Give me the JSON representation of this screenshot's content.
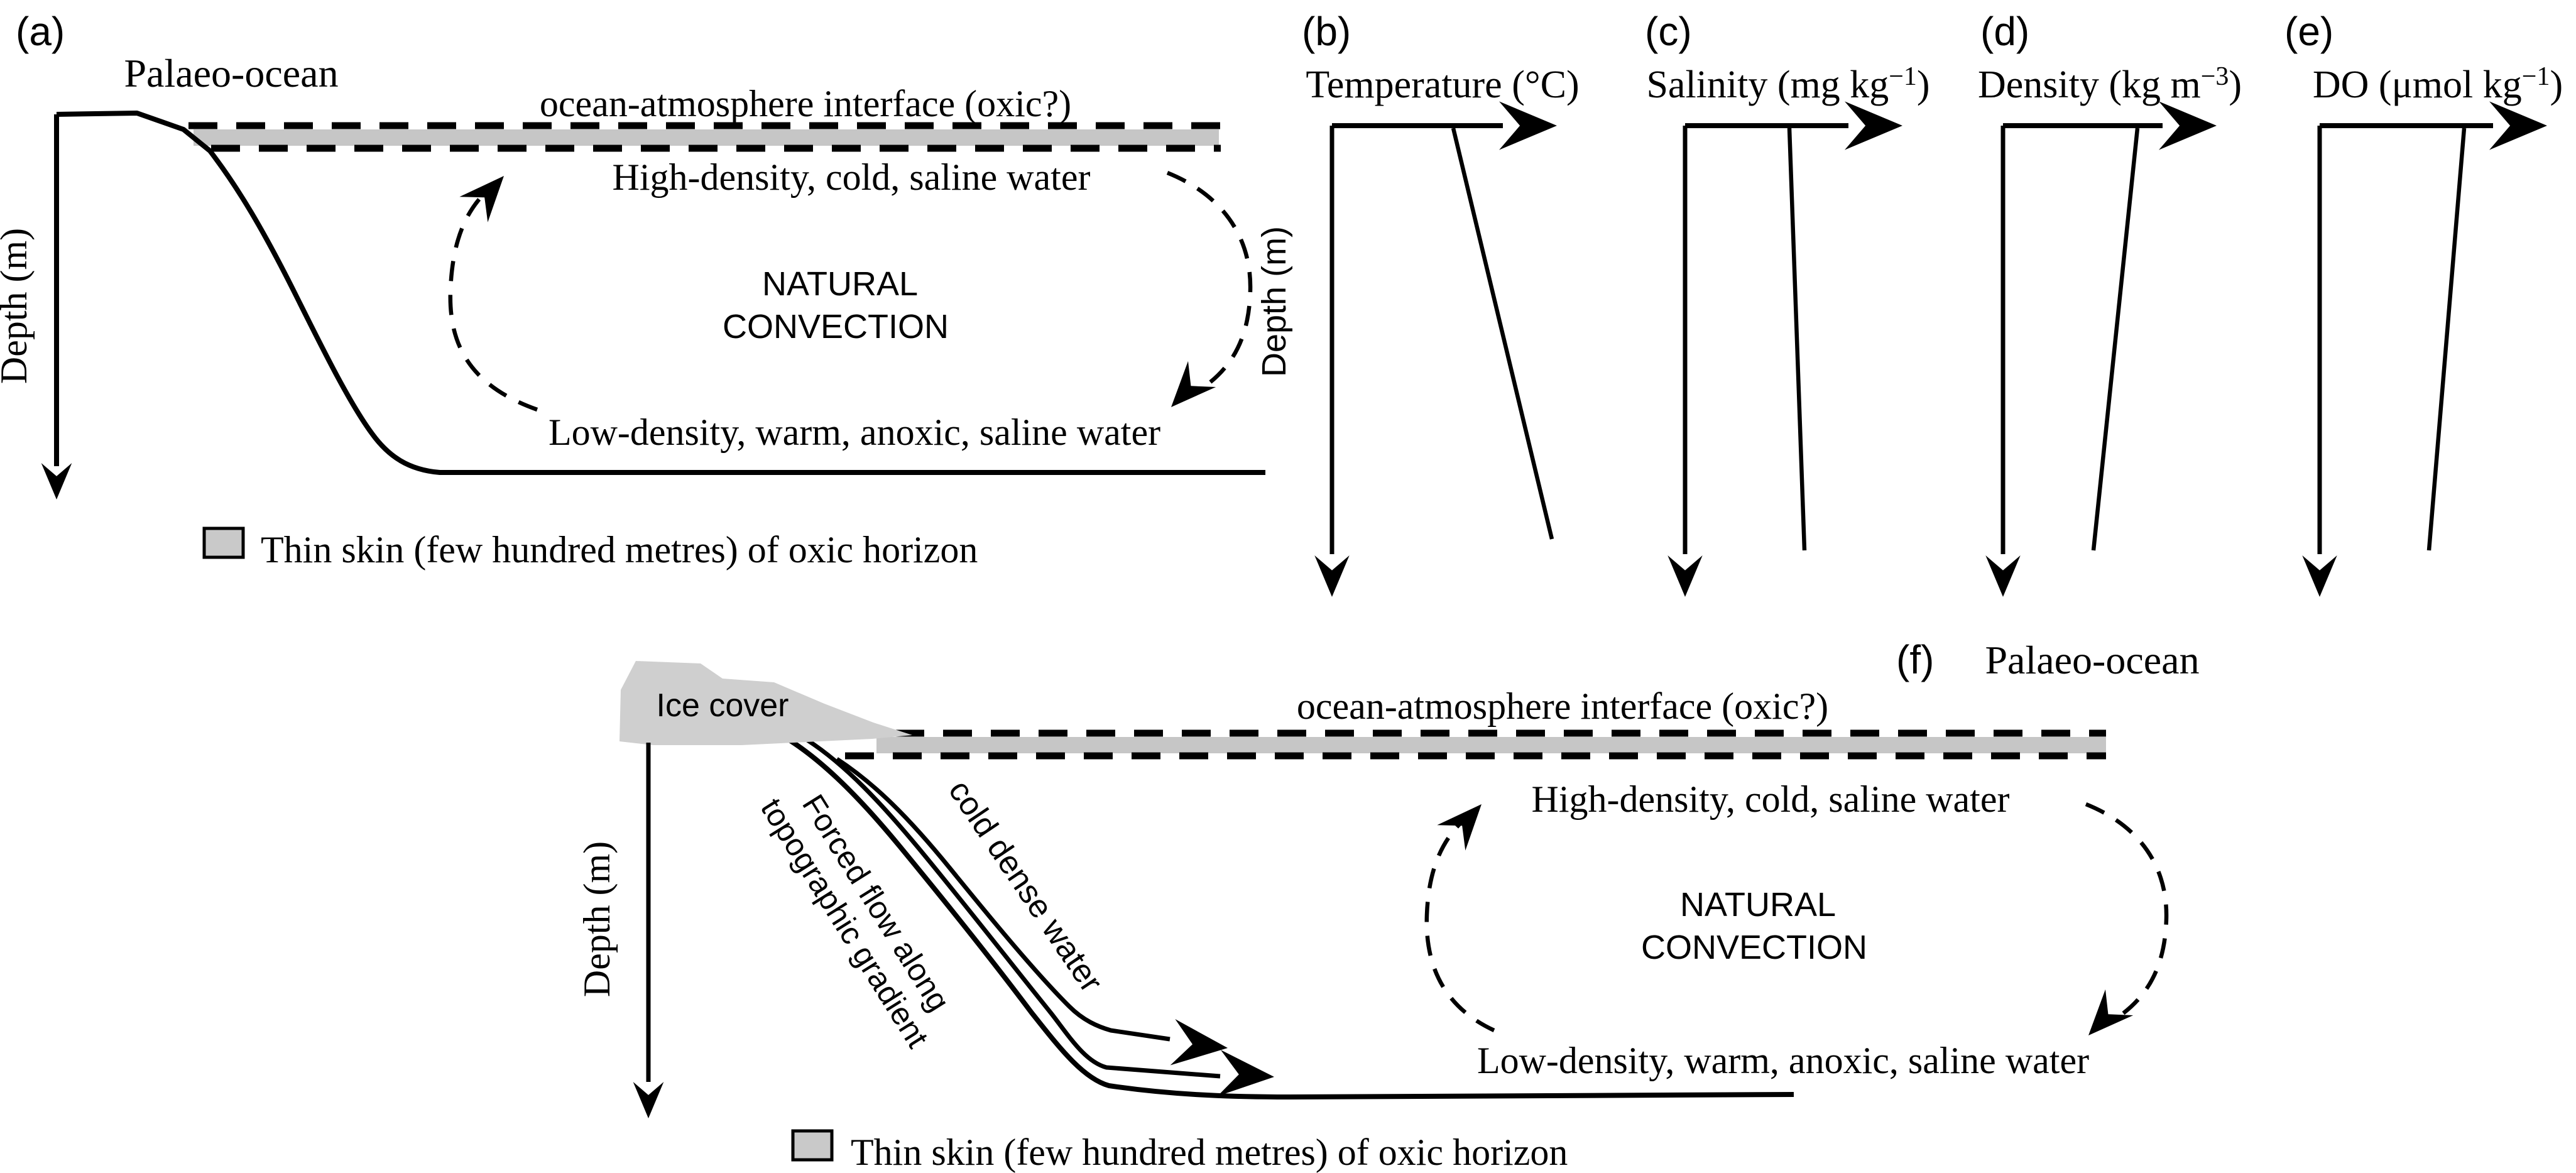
{
  "colors": {
    "ink": "#000000",
    "band": "#c6c6c6",
    "ice": "#cfcfcf",
    "swatch": "#c9c9c9",
    "background": "#ffffff"
  },
  "panel_a": {
    "label": "(a)",
    "title": "Palaeo-ocean",
    "interface_label": "ocean-atmosphere interface (oxic?)",
    "upper_water": "High-density, cold, saline water",
    "convection_line1": "NATURAL",
    "convection_line2": "CONVECTION",
    "lower_water": "Low-density, warm, anoxic, saline water",
    "depth_axis_label": "Depth (m)",
    "legend_text": "Thin skin (few hundred metres) of oxic horizon"
  },
  "profiles": {
    "depth_axis_label": "Depth (m)",
    "panels": [
      {
        "label": "(b)",
        "title_main": "Temperature (°C)",
        "title_sup": "",
        "title_close": ""
      },
      {
        "label": "(c)",
        "title_main": "Salinity (mg kg",
        "title_sup": "−1",
        "title_close": ")"
      },
      {
        "label": "(d)",
        "title_main": "Density (kg m",
        "title_sup": "−3",
        "title_close": ")"
      },
      {
        "label": "(e)",
        "title_main": "DO (μmol kg",
        "title_sup": "−1",
        "title_close": ")"
      }
    ]
  },
  "panel_f": {
    "label": "(f)",
    "title": "Palaeo-ocean",
    "ice_label": "Ice cover",
    "interface_label": "ocean-atmosphere interface (oxic?)",
    "upper_water": "High-density, cold, saline water",
    "convection_line1": "NATURAL",
    "convection_line2": "CONVECTION",
    "lower_water": "Low-density, warm, anoxic, saline water",
    "forced_flow_line1": "Forced flow along",
    "forced_flow_line2": "topographic gradient",
    "cold_water_label": "cold dense water",
    "depth_axis_label": "Depth (m)",
    "legend_text": "Thin skin (few hundred metres) of oxic horizon"
  }
}
